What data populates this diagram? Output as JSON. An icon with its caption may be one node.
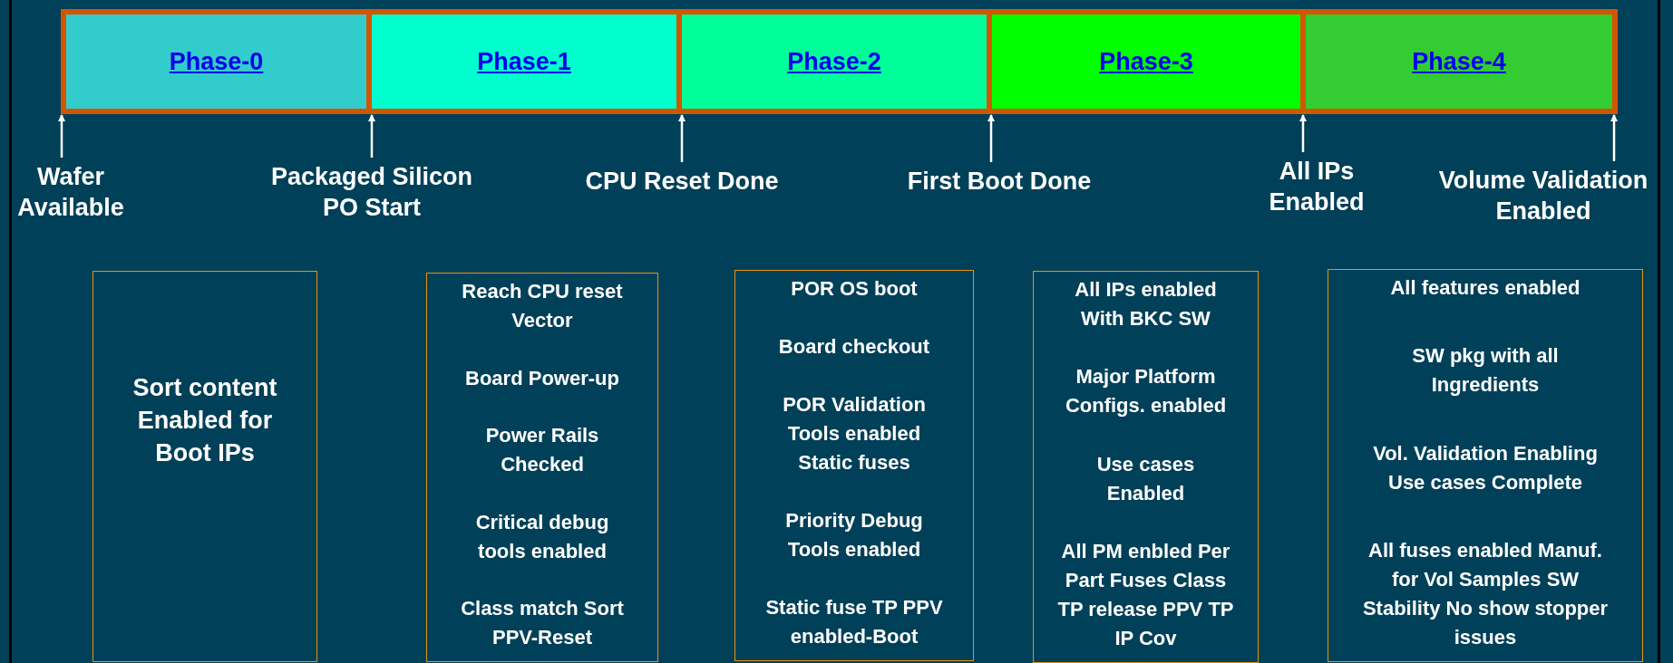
{
  "diagram": {
    "nodes": [
      {
        "text": [
          "Phase-0"
        ]
      },
      {
        "text": [
          "Phase-1"
        ]
      },
      {
        "text": [
          "Phase-2"
        ]
      },
      {
        "text": [
          "Phase-3"
        ]
      },
      {
        "text": [
          "Phase-4"
        ]
      },
      {
        "text": [
          "Wafer Available"
        ]
      },
      {
        "text": [
          "Packaged Silicon PO Start"
        ]
      },
      {
        "text": [
          "CPU Reset Done"
        ]
      },
      {
        "text": [
          "First Boot Done"
        ]
      },
      {
        "text": [
          "All IPs Enabled"
        ]
      },
      {
        "text": [
          "Volume Validation Enabled"
        ]
      },
      {
        "text": [
          "Sort content Enabled for Boot IPs"
        ]
      },
      {
        "text": [
          "Reach CPU reset Vector",
          "Board Power-up",
          "Power Rails Checked",
          "Critical debug tools enabled",
          "Class match Sort PPV-Reset"
        ]
      },
      {
        "text": [
          "POR OS boot",
          "Board checkout",
          "POR Validation Tools enabled Static fuses",
          "Priority Debug Tools enabled",
          "Static fuse TP PPV enabled-Boot"
        ]
      },
      {
        "text": [
          "All IPs enabled With BKC SW",
          "Major Platform Configs. enabled",
          "Use cases Enabled",
          "All PM enbled Per Part Fuses Class TP release PPV TP IP Cov"
        ]
      },
      {
        "text": [
          "All features enabled",
          "SW pkg with all Ingredients",
          "Vol. Validation Enabling Use cases Complete",
          "All fuses enabled Manuf. for Vol Samples SW Stability No show stopper issues"
        ]
      }
    ],
    "edges": [
      {
        "from": 5,
        "to": 0,
        "arrow": "to"
      },
      {
        "from": 6,
        "to": 0,
        "arrow": "to"
      },
      {
        "from": 7,
        "to": 1,
        "arrow": "to"
      },
      {
        "from": 8,
        "to": 2,
        "arrow": "to"
      },
      {
        "from": 9,
        "to": 4,
        "arrow": "to"
      },
      {
        "from": 10,
        "to": 4,
        "arrow": "to"
      }
    ]
  }
}
